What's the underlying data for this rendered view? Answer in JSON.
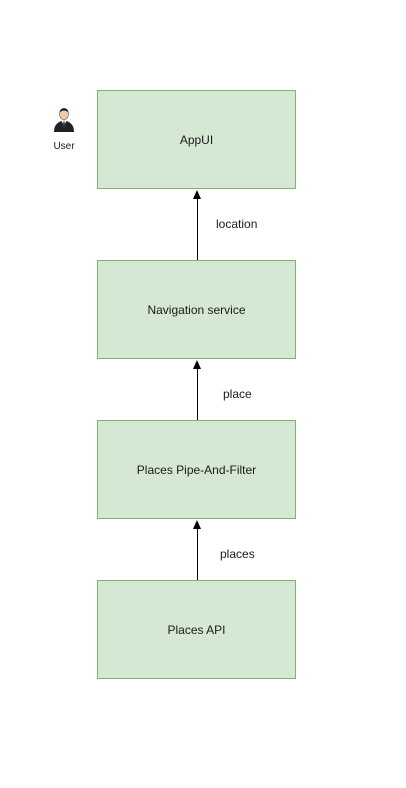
{
  "actor": {
    "label": "User",
    "icon": "user-icon"
  },
  "boxes": {
    "appui": "AppUI",
    "navigation": "Navigation service",
    "pipe_filter": "Places Pipe-And-Filter",
    "places_api": "Places API"
  },
  "connectors": {
    "location": "location",
    "place": "place",
    "places": "places"
  },
  "colors": {
    "box_fill": "#d5e8d4",
    "box_stroke": "#82b366",
    "arrow": "#000000"
  }
}
